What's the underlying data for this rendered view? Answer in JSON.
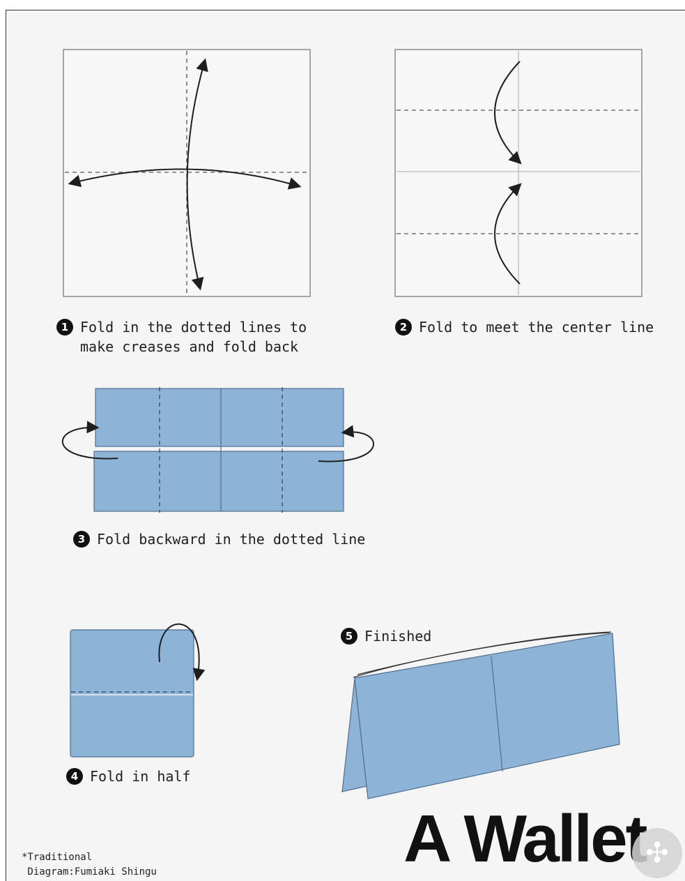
{
  "steps": [
    {
      "number": "1",
      "caption": "Fold in the dotted lines to\nmake creases and fold back"
    },
    {
      "number": "2",
      "caption": "Fold to meet the center line"
    },
    {
      "number": "3",
      "caption": "Fold backward in the dotted line"
    },
    {
      "number": "4",
      "caption": "Fold in half"
    },
    {
      "number": "5",
      "caption": "Finished"
    }
  ],
  "title": "A Wallet",
  "credit": "*Traditional\n Diagram:Fumiaki Shingu",
  "colors": {
    "paper_blue": "#8db3d6",
    "paper_edge": "#4f6f8e",
    "line_dark": "#222222",
    "frame_gray": "#8a8a8a"
  },
  "icons": {
    "badge": "compass-badge-icon"
  }
}
